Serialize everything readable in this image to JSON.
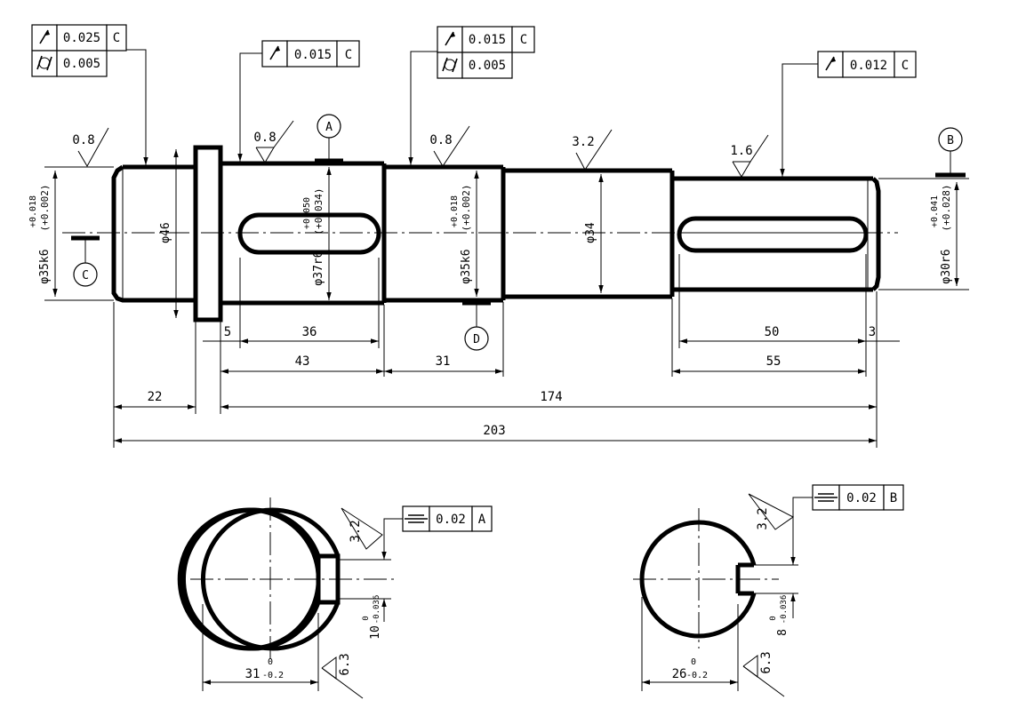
{
  "tolerance_frames": [
    {
      "symbol": "runout-icon",
      "value": "0.025",
      "datum": "C"
    },
    {
      "symbol": "cylindricity-icon",
      "value": "0.005",
      "datum": ""
    },
    {
      "symbol": "runout-icon",
      "value": "0.015",
      "datum": "C"
    },
    {
      "symbol": "runout-icon",
      "value": "0.015",
      "datum": "C"
    },
    {
      "symbol": "cylindricity-icon",
      "value": "0.005",
      "datum": ""
    },
    {
      "symbol": "runout-icon",
      "value": "0.012",
      "datum": "C"
    },
    {
      "symbol": "symmetry-icon",
      "value": "0.02",
      "datum": "A"
    },
    {
      "symbol": "symmetry-icon",
      "value": "0.02",
      "datum": "B"
    }
  ],
  "roughness": [
    "0.8",
    "0.8",
    "0.8",
    "3.2",
    "1.6",
    "3.2",
    "6.3",
    "3.2",
    "6.3"
  ],
  "datums": [
    "A",
    "B",
    "C",
    "D"
  ],
  "diameters": {
    "d35_left": {
      "base": "φ35k6",
      "upper": "+0.018",
      "lower": "(+0.002)"
    },
    "d46": "φ46",
    "d37": {
      "base": "φ37r6",
      "upper": "+0.050",
      "lower": "(+0.034)"
    },
    "d35_mid": {
      "base": "φ35k6",
      "upper": "+0.018",
      "lower": "(+0.002)"
    },
    "d34": "φ34",
    "d30": {
      "base": "φ30r6",
      "upper": "+0.041",
      "lower": "(+0.028)"
    }
  },
  "lengths": [
    "5",
    "36",
    "43",
    "31",
    "50",
    "3",
    "55",
    "22",
    "174",
    "203"
  ],
  "sections": [
    {
      "keyway_depth": "10",
      "dev_upper": "0",
      "dev_lower": "-0.036",
      "width": "31",
      "w_upper": "0",
      "w_lower": "-0.2"
    },
    {
      "keyway_depth": "8",
      "dev_upper": "0",
      "dev_lower": "-0.036",
      "width": "26",
      "w_upper": "0",
      "w_lower": "-0.2"
    }
  ]
}
